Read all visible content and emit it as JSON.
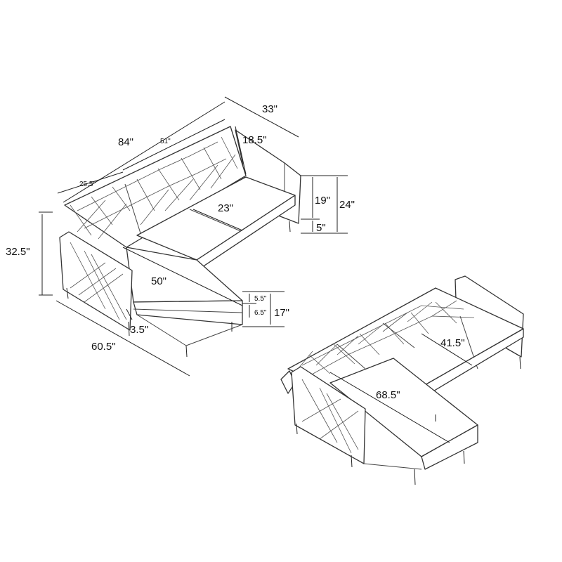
{
  "views": [
    {
      "name": "sofa-view",
      "dimensions": {
        "overall_length": "84\"",
        "seat_length": "51\"",
        "depth": "33\"",
        "back_height": "18.5\"",
        "chaise_width": "25.5\"",
        "seat_depth": "23\"",
        "seat_height_from_leg": "19\"",
        "overall_height": "24\"",
        "leg_height": "5\"",
        "chaise_side_length": "32.5\"",
        "chaise_length": "50\"",
        "cushion_thickness": "5.5\"",
        "base_thickness": "6.5\"",
        "seat_height": "17\"",
        "arm_width": "3.5\"",
        "side_length": "60.5\""
      }
    },
    {
      "name": "bed-view",
      "dimensions": {
        "bed_width": "41.5\"",
        "bed_length": "68.5\""
      }
    }
  ]
}
